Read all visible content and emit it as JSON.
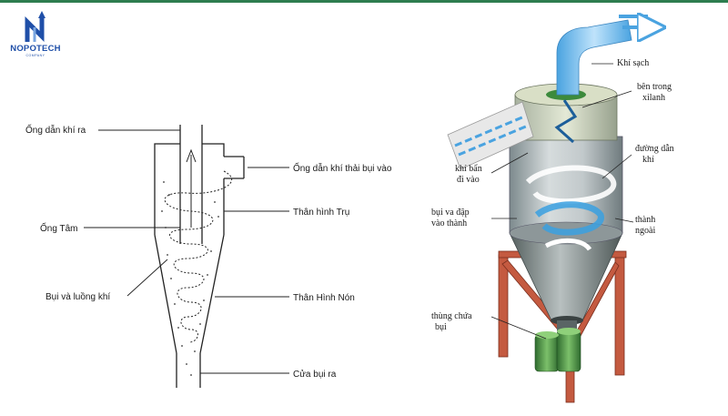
{
  "logo": {
    "name": "NOPOTECH",
    "sub": "COMPANY"
  },
  "left_diagram": {
    "outlet_pipe": "Ống dẫn khí ra",
    "inlet_pipe": "Ống dẫn khí thải bụi vào",
    "cylinder_body": "Thân hình Trụ",
    "center_tube": "Ống Tâm",
    "dust_airflow": "Bụi và luồng khí",
    "cone_body": "Thân Hình Nón",
    "dust_outlet": "Cửa bụi ra"
  },
  "right_diagram": {
    "clean_air": "Khí sạch",
    "inside_1": "bên trong",
    "inside_2": "xilanh",
    "dirty_in_1": "khí bẩn",
    "dirty_in_2": "đi vào",
    "guide_1": "đường dẫn",
    "guide_2": "khí",
    "dust_hit_1": "bụi va đập",
    "dust_hit_2": "vào thành",
    "outer_wall_1": "thành",
    "outer_wall_2": "ngoài",
    "hopper_1": "thùng chứa",
    "hopper_2": "bụi"
  },
  "colors": {
    "accent_green": "#2e7d4f",
    "brand_blue": "#1f4fa8",
    "flow_blue": "#4aa3e0",
    "frame_brown": "#b5533c"
  }
}
